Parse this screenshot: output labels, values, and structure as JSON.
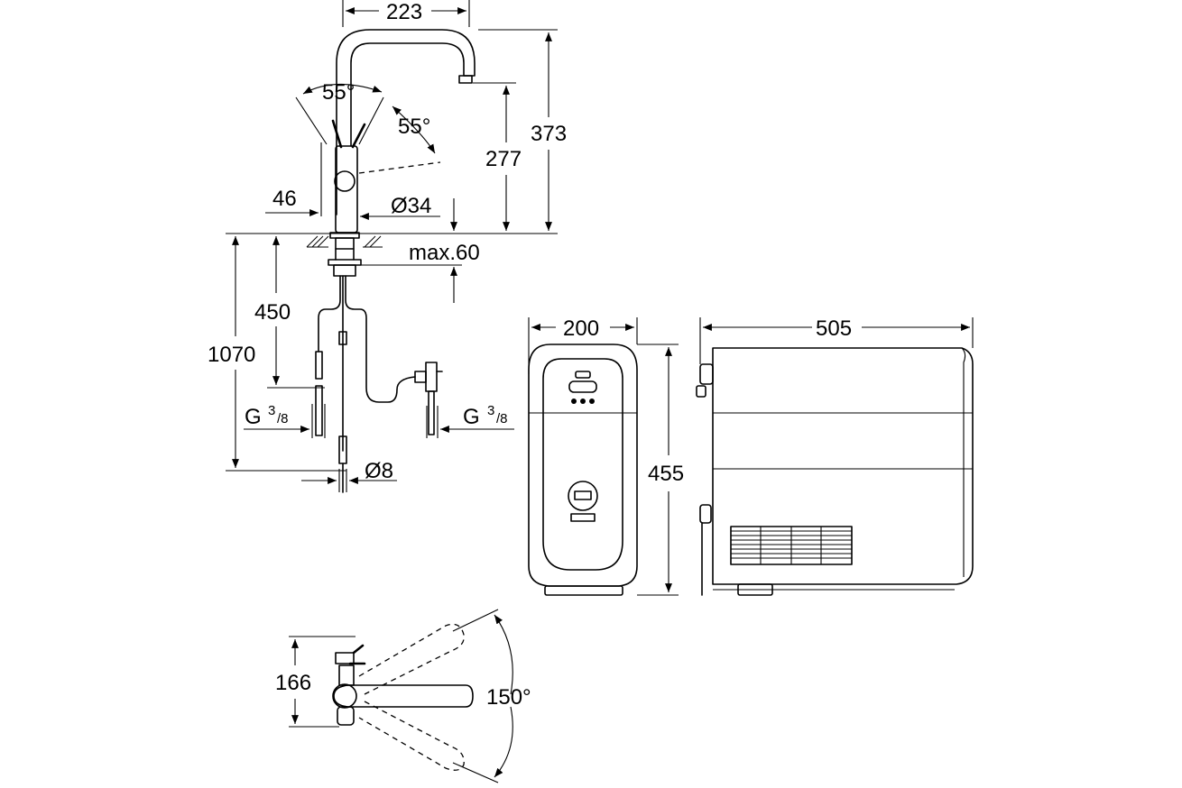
{
  "dimensions": {
    "spout_reach": "223",
    "total_height": "373",
    "spout_height": "277",
    "lever_angle_left": "55°",
    "lever_angle_right": "55°",
    "lever_offset": "46",
    "base_diameter": "Ø34",
    "max_thickness": "max.60",
    "hose_length_450": "450",
    "hose_length_1070": "1070",
    "thread_left_g": "G",
    "thread_left_num": "3",
    "thread_left_den": "/8",
    "thread_right_g": "G",
    "thread_right_num": "3",
    "thread_right_den": "/8",
    "pipe_diameter": "Ø8",
    "chiller_width": "200",
    "chiller_height": "455",
    "chiller_depth": "505",
    "top_view_width": "166",
    "swivel_angle": "150°"
  }
}
